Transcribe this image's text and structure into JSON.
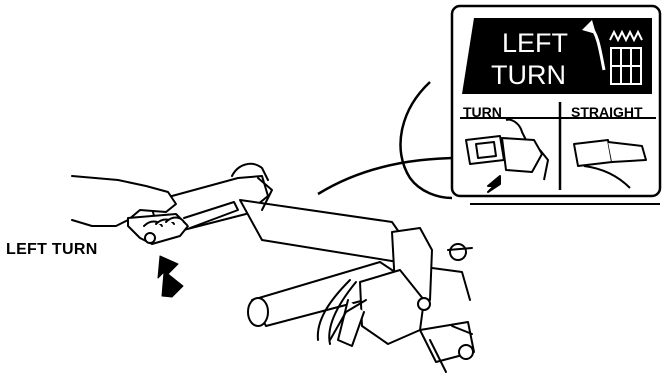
{
  "callout_label": "LEFT TURN",
  "badge": {
    "title_line1": "LEFT",
    "title_line2": "TURN",
    "option_turn": "TURN",
    "option_straight": "STRAIGHT"
  }
}
